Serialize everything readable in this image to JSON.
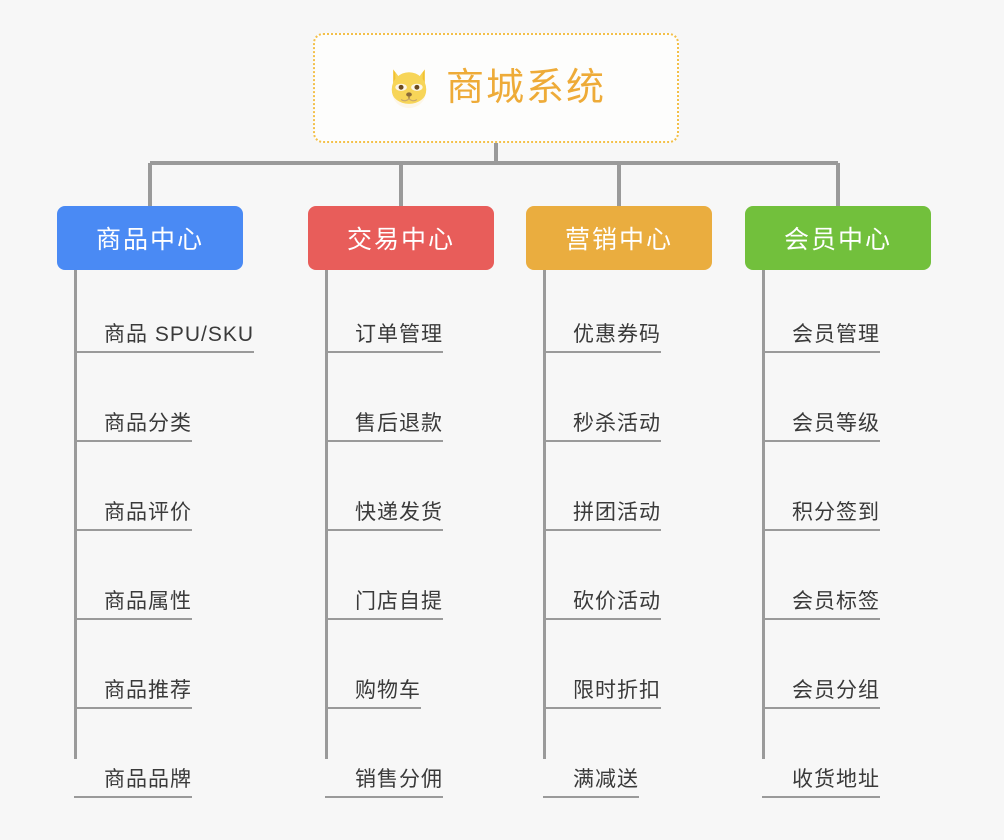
{
  "diagram": {
    "type": "mindmap-org-chart",
    "background_color": "#f7f7f7",
    "connector_color": "#9a9a9a",
    "root": {
      "title": "商城系统",
      "icon": "dog-face-emoji",
      "text_color": "#eeab38",
      "border_color": "#f3c04a",
      "background_color": "#fdfdfc"
    },
    "branches": [
      {
        "label": "商品中心",
        "color": "#4a8af4",
        "items": [
          "商品 SPU/SKU",
          "商品分类",
          "商品评价",
          "商品属性",
          "商品推荐",
          "商品品牌"
        ]
      },
      {
        "label": "交易中心",
        "color": "#e85d5a",
        "items": [
          "订单管理",
          "售后退款",
          "快递发货",
          "门店自提",
          "购物车",
          "销售分佣"
        ]
      },
      {
        "label": "营销中心",
        "color": "#eaad3f",
        "items": [
          "优惠券码",
          "秒杀活动",
          "拼团活动",
          "砍价活动",
          "限时折扣",
          "满减送"
        ]
      },
      {
        "label": "会员中心",
        "color": "#72c03c",
        "items": [
          "会员管理",
          "会员等级",
          "积分签到",
          "会员标签",
          "会员分组",
          "收货地址"
        ]
      }
    ]
  }
}
